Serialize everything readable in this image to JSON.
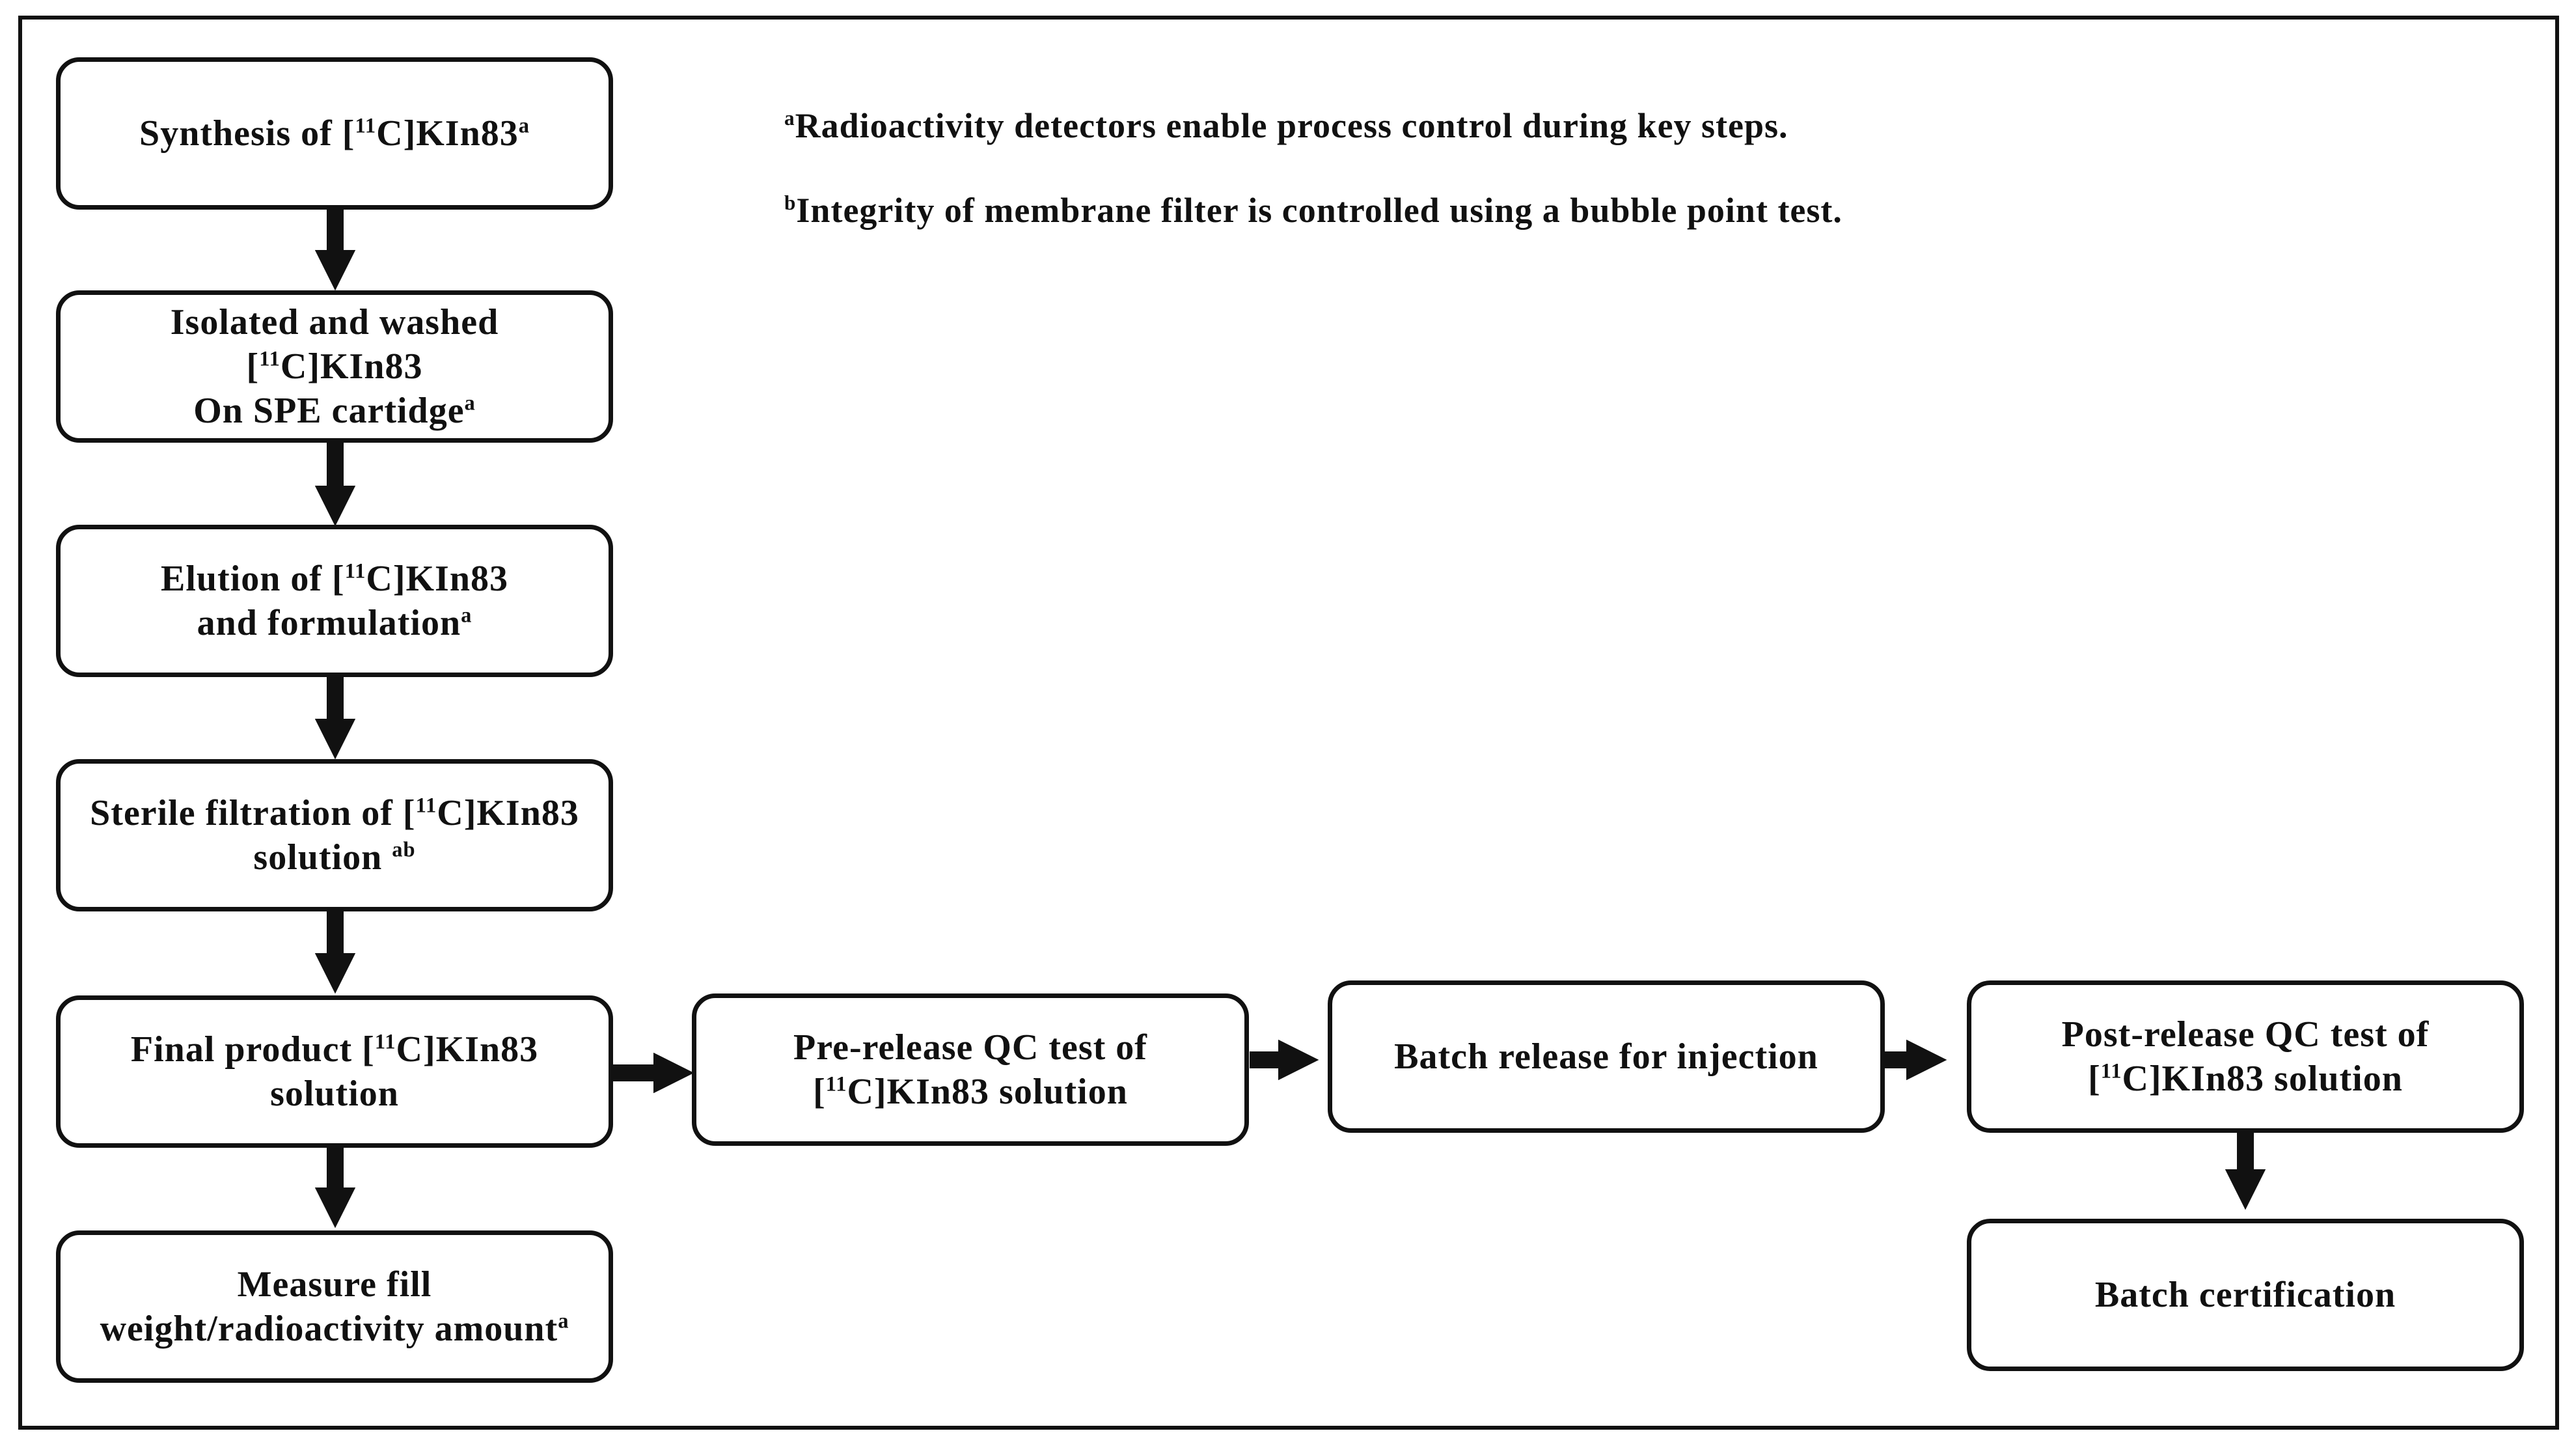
{
  "notes": {
    "a": {
      "marker": "a",
      "text": "Radioactivity detectors enable process control during key steps."
    },
    "b": {
      "marker": "b",
      "text": "Integrity of membrane filter is controlled using a bubble point test."
    }
  },
  "isotope_mass": "11",
  "nodes": {
    "synthesis": {
      "pre": "Synthesis of [",
      "post": "C]KIn83",
      "sup": "a"
    },
    "isolated": {
      "line1": "Isolated and washed",
      "line2_post": "C]KIn83",
      "line3": "On SPE cartidge",
      "sup": "a"
    },
    "elution": {
      "line1_pre": "Elution of [",
      "line1_post": "C]KIn83",
      "line2": "and formulation",
      "sup": "a"
    },
    "sterile": {
      "line1_pre": "Sterile filtration of [",
      "line1_post": "C]KIn83",
      "line2": "solution",
      "sup": "ab"
    },
    "final": {
      "line1_pre": "Final product [",
      "line1_post": "C]KIn83",
      "line2": "solution"
    },
    "measure": {
      "line1": "Measure fill",
      "line2": "weight/radioactivity amount",
      "sup": "a"
    },
    "prerelease": {
      "line1": "Pre-release QC test of",
      "line2_post": "C]KIn83 solution"
    },
    "batch_release": {
      "text": "Batch release for injection"
    },
    "postrelease": {
      "line1": "Post-release QC test of",
      "line2_post": "C]KIn83 solution"
    },
    "certification": {
      "text": "Batch certification"
    }
  }
}
